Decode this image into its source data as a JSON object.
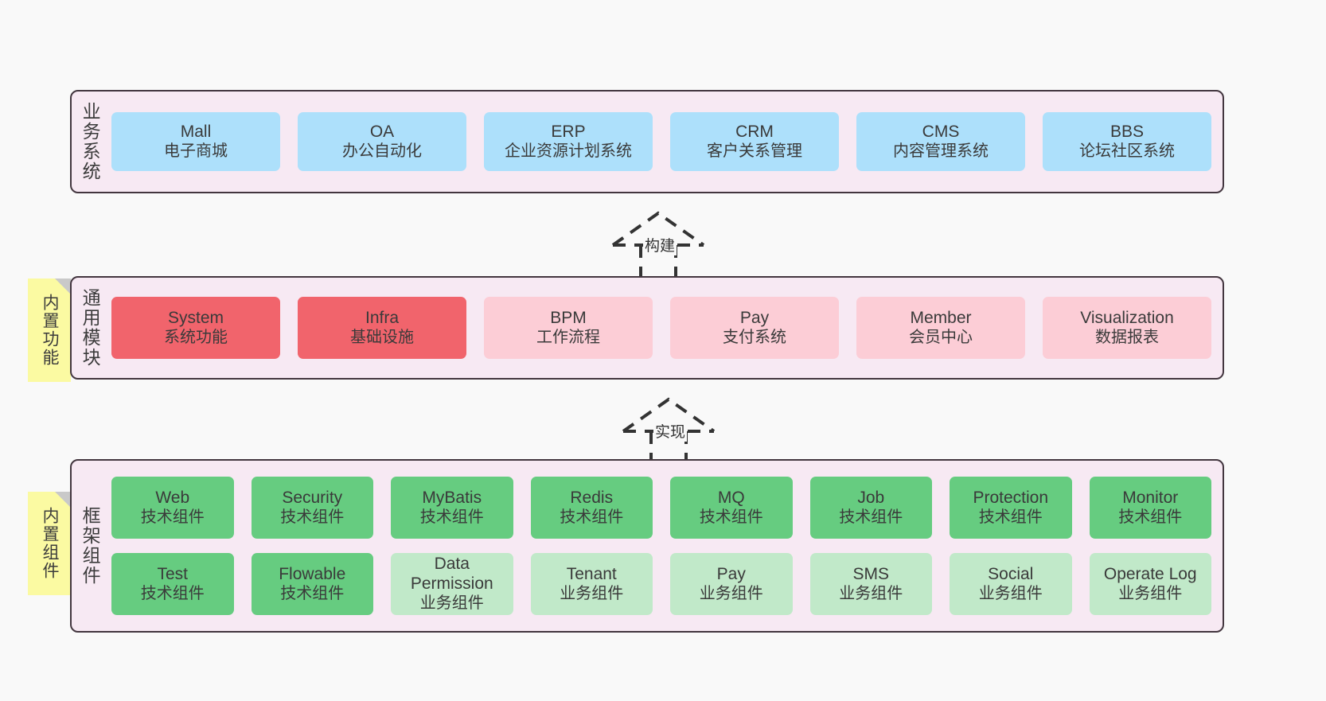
{
  "diagram": {
    "background_color": "#f9f9f9",
    "panel_color": "#f7e9f3",
    "panel_border_color": "#43363f",
    "note_color": "#fbfaa2"
  },
  "layers": [
    {
      "id": "business-systems",
      "title": "业务系统",
      "note": null,
      "rows": [
        {
          "style": "box-blue",
          "boxes": [
            {
              "name": "Mall",
              "desc": "电子商城"
            },
            {
              "name": "OA",
              "desc": "办公自动化"
            },
            {
              "name": "ERP",
              "desc": "企业资源计划系统"
            },
            {
              "name": "CRM",
              "desc": "客户关系管理"
            },
            {
              "name": "CMS",
              "desc": "内容管理系统"
            },
            {
              "name": "BBS",
              "desc": "论坛社区系统"
            }
          ]
        }
      ]
    },
    {
      "id": "common-modules",
      "title": "通用模块",
      "note": "内置功能",
      "rows": [
        {
          "style": "mixed",
          "boxes": [
            {
              "name": "System",
              "desc": "系统功能",
              "style": "box-red"
            },
            {
              "name": "Infra",
              "desc": "基础设施",
              "style": "box-red"
            },
            {
              "name": "BPM",
              "desc": "工作流程",
              "style": "box-pink"
            },
            {
              "name": "Pay",
              "desc": "支付系统",
              "style": "box-pink"
            },
            {
              "name": "Member",
              "desc": "会员中心",
              "style": "box-pink"
            },
            {
              "name": "Visualization",
              "desc": "数据报表",
              "style": "box-pink"
            }
          ]
        }
      ]
    },
    {
      "id": "framework-components",
      "title": "框架组件",
      "note": "内置组件",
      "rows": [
        {
          "style": "box-green",
          "boxes": [
            {
              "name": "Web",
              "desc": "技术组件"
            },
            {
              "name": "Security",
              "desc": "技术组件"
            },
            {
              "name": "MyBatis",
              "desc": "技术组件"
            },
            {
              "name": "Redis",
              "desc": "技术组件"
            },
            {
              "name": "MQ",
              "desc": "技术组件"
            },
            {
              "name": "Job",
              "desc": "技术组件"
            },
            {
              "name": "Protection",
              "desc": "技术组件"
            },
            {
              "name": "Monitor",
              "desc": "技术组件"
            }
          ]
        },
        {
          "style": "mixed",
          "boxes": [
            {
              "name": "Test",
              "desc": "技术组件",
              "style": "box-green"
            },
            {
              "name": "Flowable",
              "desc": "技术组件",
              "style": "box-green"
            },
            {
              "name": "Data Permission",
              "desc": "业务组件",
              "style": "box-lgreen"
            },
            {
              "name": "Tenant",
              "desc": "业务组件",
              "style": "box-lgreen"
            },
            {
              "name": "Pay",
              "desc": "业务组件",
              "style": "box-lgreen"
            },
            {
              "name": "SMS",
              "desc": "业务组件",
              "style": "box-lgreen"
            },
            {
              "name": "Social",
              "desc": "业务组件",
              "style": "box-lgreen"
            },
            {
              "name": "Operate Log",
              "desc": "业务组件",
              "style": "box-lgreen"
            }
          ]
        }
      ]
    }
  ],
  "connectors": [
    {
      "id": "build",
      "label": "构建",
      "from": "common-modules",
      "to": "business-systems"
    },
    {
      "id": "implement",
      "label": "实现",
      "from": "framework-components",
      "to": "common-modules"
    }
  ]
}
